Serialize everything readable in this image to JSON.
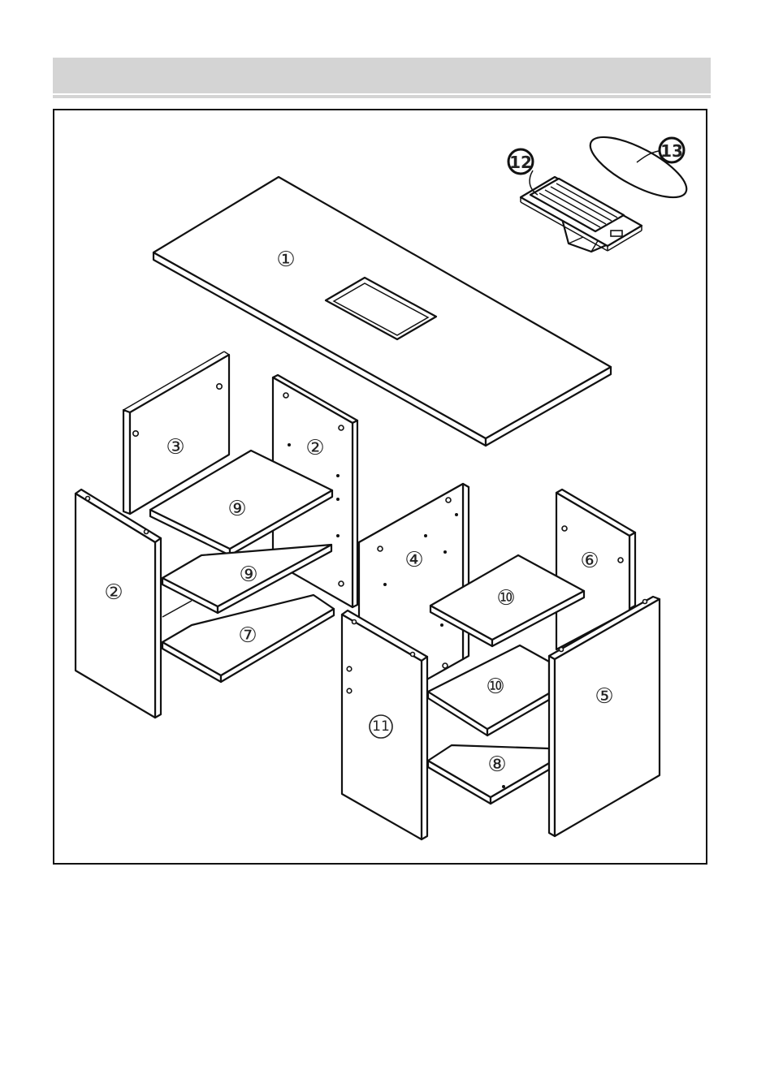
{
  "part_labels": {
    "p1": "①",
    "p2a": "②",
    "p2b": "②",
    "p3": "③",
    "p4": "④",
    "p5": "⑤",
    "p6": "⑥",
    "p7": "⑦",
    "p8": "⑧",
    "p9a": "⑨",
    "p9b": "⑨",
    "p10a": "⑩",
    "p10b": "⑩",
    "p11": "11",
    "p12": "12",
    "p13": "13"
  }
}
